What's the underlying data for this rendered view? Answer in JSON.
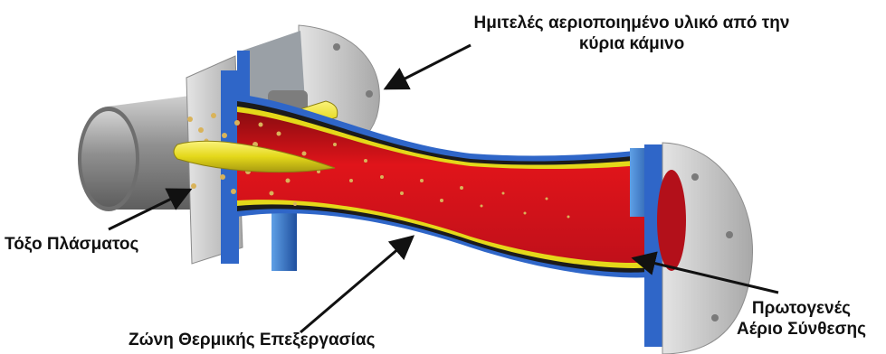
{
  "labels": {
    "feed_line1": "Ημιτελές αεριοποιημένο υλικό από την",
    "feed_line2": "κύρια κάμινο",
    "plasma_arc": "Τόξο Πλάσματος",
    "thermal_zone": "Ζώνη Θερμικής Επεξεργασίας",
    "syngas_line1": "Πρωτογενές",
    "syngas_line2": "Αέριο Σύνθεσης"
  },
  "colors": {
    "body_gray": "#9a9a9a",
    "flange_gray": "#c9c9c9",
    "flange_blue": "#2f66c8",
    "chamber_red": "#d8141a",
    "torch_yellow": "#e4d81a",
    "particle_gold": "#d9b35a",
    "arrow": "#111111"
  }
}
